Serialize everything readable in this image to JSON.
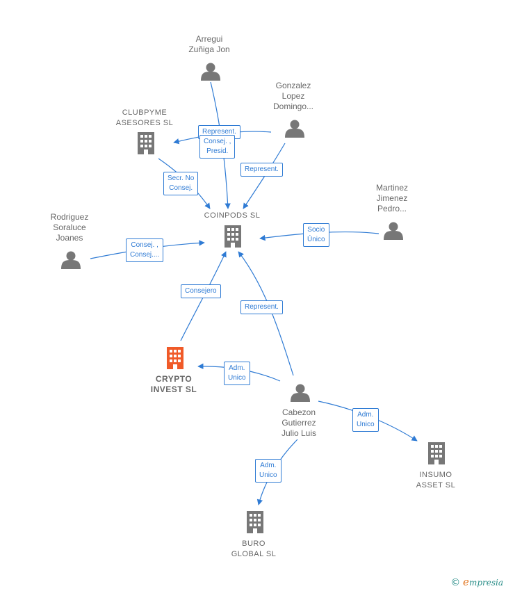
{
  "colors": {
    "edge": "#2f7bd4",
    "node": "#777777",
    "focus": "#f05a28",
    "text": "#666666"
  },
  "nodes": {
    "arregui": {
      "label": [
        "Arregui",
        "Zuñiga Jon"
      ],
      "icon": "person-icon"
    },
    "gonzalez": {
      "label": [
        "Gonzalez",
        "Lopez",
        "Domingo..."
      ],
      "icon": "person-icon"
    },
    "clubpyme": {
      "label": [
        "CLUBPYME",
        "ASESORES  SL"
      ],
      "icon": "building-icon"
    },
    "coinpods": {
      "label": [
        "COINPODS  SL"
      ],
      "icon": "building-icon"
    },
    "martinez": {
      "label": [
        "Martinez",
        "Jimenez",
        "Pedro..."
      ],
      "icon": "person-icon"
    },
    "rodriguez": {
      "label": [
        "Rodriguez",
        "Soraluce",
        "Joanes"
      ],
      "icon": "person-icon"
    },
    "crypto": {
      "label": [
        "CRYPTO",
        "INVEST  SL"
      ],
      "icon": "building-icon"
    },
    "cabezon": {
      "label": [
        "Cabezon",
        "Gutierrez",
        "Julio Luis"
      ],
      "icon": "person-icon"
    },
    "insumo": {
      "label": [
        "INSUMO",
        "ASSET SL"
      ],
      "icon": "building-icon"
    },
    "buro": {
      "label": [
        "BURO",
        "GLOBAL SL"
      ],
      "icon": "building-icon"
    }
  },
  "edges": {
    "represent_top": [
      "Represent."
    ],
    "consej_presid": [
      "Consej. ,",
      "Presid."
    ],
    "represent_gonzalez": [
      "Represent."
    ],
    "secr_no_consej": [
      "Secr.  No",
      "Consej."
    ],
    "socio_unico": [
      "Socio",
      "Único"
    ],
    "consej_consej": [
      "Consej. ,",
      "Consej...."
    ],
    "consejero": [
      "Consejero"
    ],
    "represent_cabezon": [
      "Represent."
    ],
    "adm_unico_crypto": [
      "Adm.",
      "Unico"
    ],
    "adm_unico_insumo": [
      "Adm.",
      "Unico"
    ],
    "adm_unico_buro": [
      "Adm.",
      "Unico"
    ]
  },
  "brand": {
    "symbol": "©",
    "initial": "e",
    "name": "mpresia"
  }
}
